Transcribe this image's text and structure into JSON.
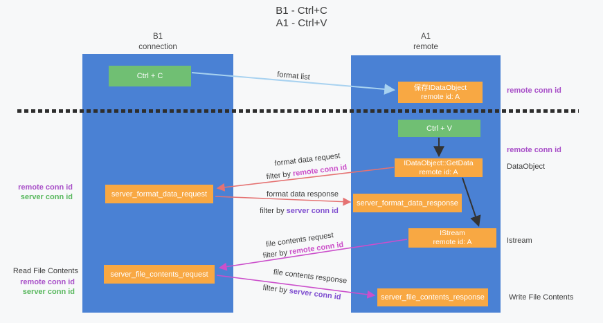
{
  "title": {
    "line1": "B1 - Ctrl+C",
    "line2": "A1 - Ctrl+V"
  },
  "columns": {
    "left": {
      "name": "B1",
      "role": "connection"
    },
    "right": {
      "name": "A1",
      "role": "remote"
    }
  },
  "nodes": {
    "ctrl_c": "Ctrl + C",
    "ctrl_v": "Ctrl + V",
    "save_idataobject": {
      "line1": "保存IDataObject",
      "line2": "remote id: A"
    },
    "getdata": {
      "line1": "IDataObject::GetData",
      "line2": "remote id: A"
    },
    "istream": {
      "line1": "IStream",
      "line2": "remote id: A"
    },
    "format_request": "server_format_data_request",
    "format_response": "server_format_data_response",
    "file_request": "server_file_contents_request",
    "file_response": "server_file_contents_response"
  },
  "flow": {
    "format_list": "format list",
    "format_data_request": "format data request",
    "format_data_response": "format data response",
    "file_contents_request": "file contents request",
    "file_contents_response": "file contents response",
    "filter_by": "filter by ",
    "remote_conn_id": "remote conn id",
    "server_conn_id": "server conn id"
  },
  "side": {
    "remote_conn_id": "remote conn id",
    "server_conn_id": "server conn id",
    "dataobject": "DataObject",
    "istream": "Istream",
    "read_file_contents": "Read File Contents",
    "write_file_contents": "Write File Contents"
  },
  "colors": {
    "background": "#f7f8f9",
    "column_blue": "#4a81d4",
    "box_green": "#70bf73",
    "box_orange": "#f8a843",
    "arrow_black": "#333333",
    "arrow_red": "#e57272",
    "arrow_magenta": "#cb4fcb",
    "arrow_lightblue": "#a8d2f0",
    "conn_id_purple": "#a84fc8",
    "conn_id_green": "#57b75c",
    "filter_remote_magenta": "#cb4fc9",
    "filter_server_violet": "#8050d0",
    "dash_line": "#2e2e2e",
    "text_dark": "#3b3b3b"
  }
}
